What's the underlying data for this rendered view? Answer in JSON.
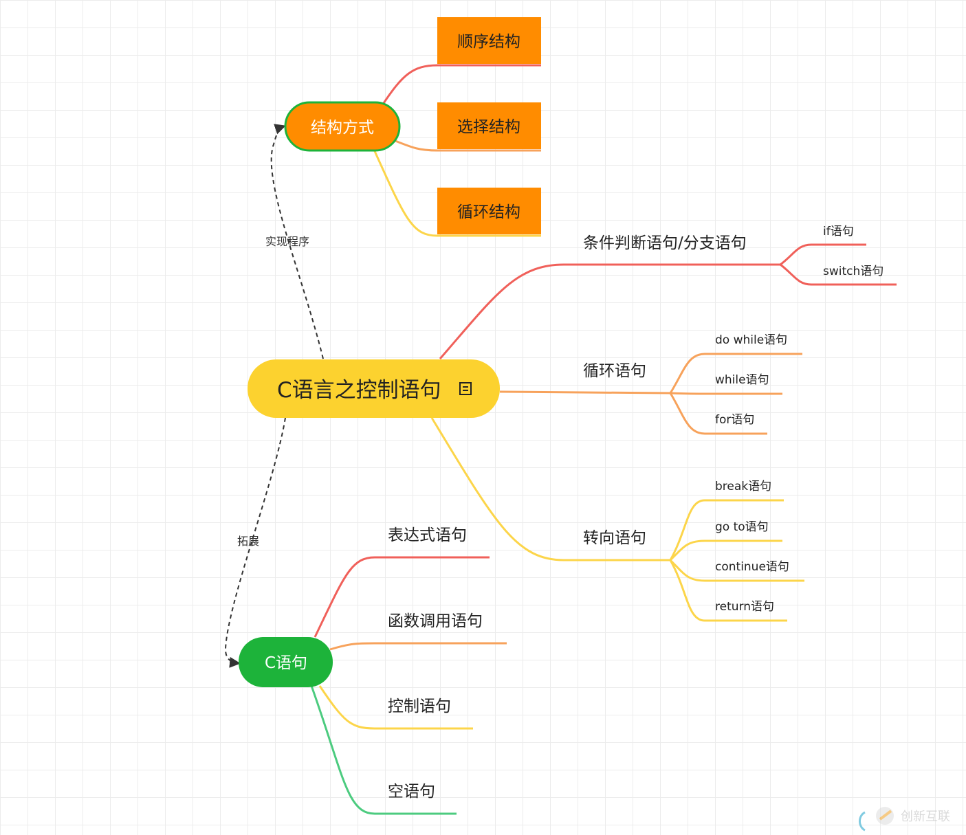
{
  "root": {
    "label": "C语言之控制语句",
    "icon": "note-icon"
  },
  "structure": {
    "label": "结构方式",
    "children": [
      "顺序结构",
      "选择结构",
      "循环结构"
    ],
    "link_label": "实现程序"
  },
  "branches": [
    {
      "label": "条件判断语句/分支语句",
      "children": [
        "if语句",
        "switch语句"
      ]
    },
    {
      "label": "循环语句",
      "children": [
        "do while语句",
        "while语句",
        "for语句"
      ]
    },
    {
      "label": "转向语句",
      "children": [
        "break语句",
        "go to语句",
        "continue语句",
        "return语句"
      ]
    }
  ],
  "c_statement": {
    "label": "C语句",
    "link_label": "拓展",
    "children": [
      "表达式语句",
      "函数调用语句",
      "控制语句",
      "空语句"
    ]
  },
  "watermark": "创新互联",
  "colors": {
    "root": "#FCD22F",
    "orange": "#FF8C00",
    "green": "#1DB33A",
    "red": "#F0605A",
    "orange_line": "#F7A25B",
    "yellow_line": "#FCD54A",
    "green_line": "#4CCB7F"
  }
}
